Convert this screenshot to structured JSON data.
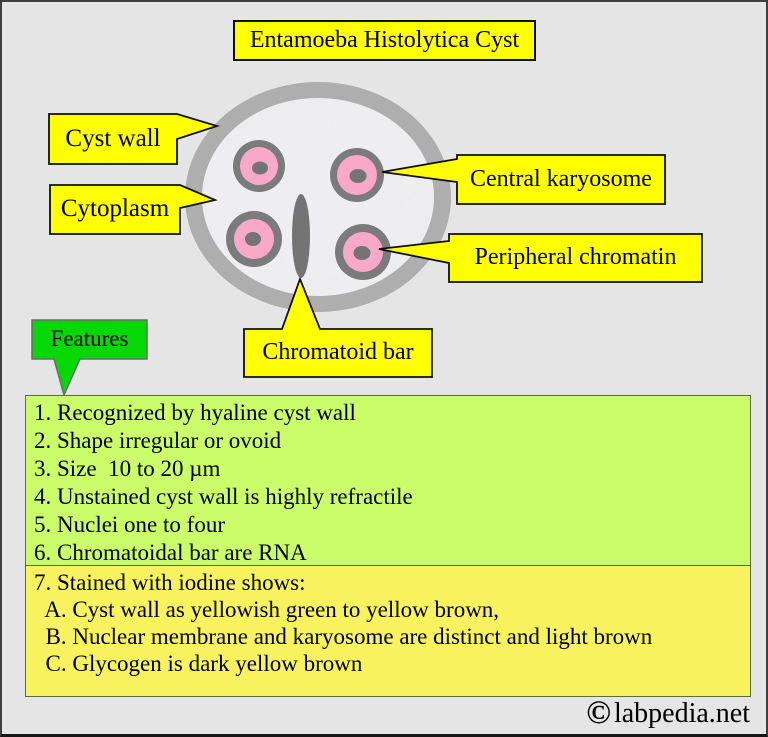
{
  "title": "Entamoeba Histolytica Cyst",
  "labels": {
    "cyst_wall": "Cyst wall",
    "cytoplasm": "Cytoplasm",
    "central_karyosome": "Central karyosome",
    "peripheral_chromatin": "Peripheral chromatin",
    "chromatoid_bar": "Chromatoid bar",
    "features": "Features"
  },
  "features_list": {
    "green_items": [
      "1. Recognized by hyaline cyst wall",
      "2. Shape irregular or ovoid",
      "3. Size  10 to 20 µm",
      "4. Unstained cyst wall is highly refractile",
      "5. Nuclei one to four",
      "6. Chromatoidal bar are RNA"
    ],
    "yellow_items": [
      "7. Stained with iodine shows:",
      "  A. Cyst wall as yellowish green to yellow brown,",
      "  B. Nuclear membrane and karyosome are distinct and light brown",
      "  C. Glycogen is dark yellow brown"
    ]
  },
  "footer": {
    "copyright_symbol": "©",
    "site": "labpedia.net"
  },
  "colors": {
    "background": "#E5E5E5",
    "label_yellow": "#FFFF00",
    "features_green": "#05D805",
    "list_green": "#CBFC6A",
    "list_yellow": "#F8F25E",
    "cyst_wall_gray": "#AEAEAE",
    "cytoplasm_fill": "#EFEFF2",
    "nucleus_ring_gray": "#7B7B7B",
    "nucleus_pink": "#F9A8C8",
    "karyosome_gray": "#747474"
  }
}
